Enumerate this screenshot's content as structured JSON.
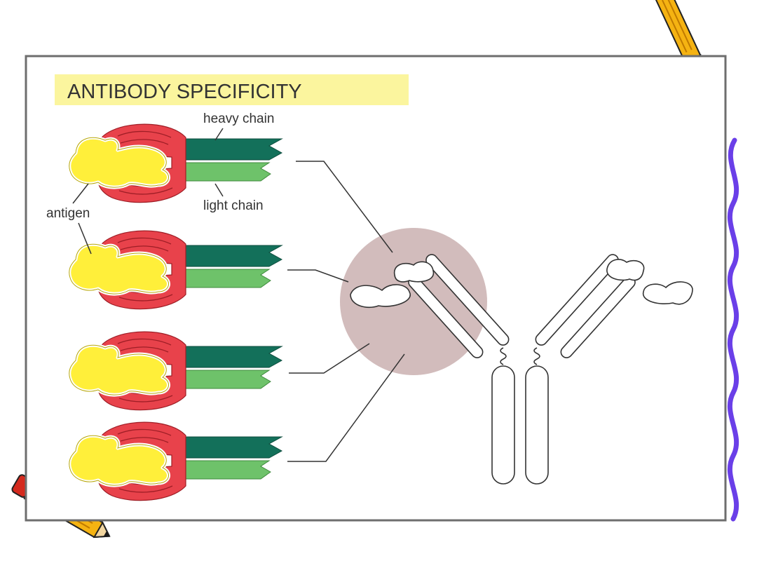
{
  "diagram": {
    "title": "ANTIBODY SPECIFICITY",
    "labels": {
      "heavy_chain": "heavy chain",
      "light_chain": "light chain",
      "antigen": "antigen"
    },
    "colors": {
      "antigen": "#ffef3a",
      "variable_region": "#e8424b",
      "heavy_chain": "#13705a",
      "light_chain": "#6ec26a",
      "highlight_circle": "#d2bcbc",
      "title_band": "#fbf59e",
      "border": "#6e6e6e",
      "wavy_line": "#6a3fe8",
      "pencil_body": "#f5b312",
      "pencil_tip": "#1a1a1a",
      "pencil_eraser": "#d42a1e"
    },
    "icons": [
      "pencil-icon",
      "pencil-icon"
    ]
  }
}
